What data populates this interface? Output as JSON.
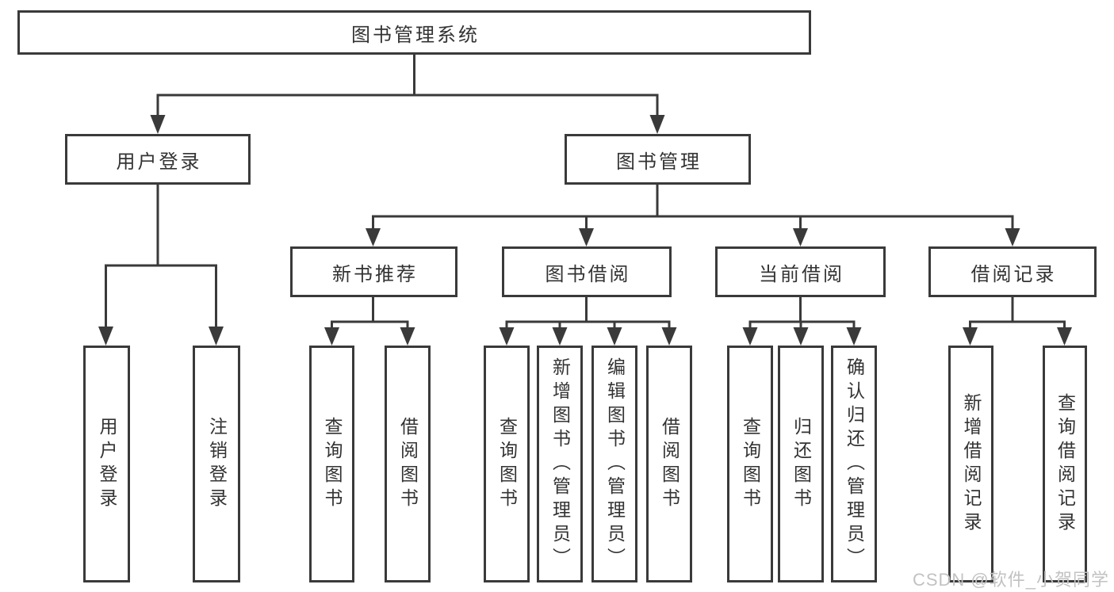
{
  "diagram": {
    "title": {
      "label": "图书管理系统"
    },
    "branches": [
      {
        "label": "用户登录",
        "children": [
          {
            "label": "用户登录"
          },
          {
            "label": "注销登录"
          }
        ]
      },
      {
        "label": "图书管理",
        "sections": [
          {
            "label": "新书推荐",
            "children": [
              {
                "label": "查询图书"
              },
              {
                "label": "借阅图书"
              }
            ]
          },
          {
            "label": "图书借阅",
            "children": [
              {
                "label": "查询图书"
              },
              {
                "label": "新增图书（管理员）"
              },
              {
                "label": "编辑图书（管理员）"
              },
              {
                "label": "借阅图书"
              }
            ]
          },
          {
            "label": "当前借阅",
            "children": [
              {
                "label": "查询图书"
              },
              {
                "label": "归还图书"
              },
              {
                "label": "确认归还（管理员）"
              }
            ]
          },
          {
            "label": "借阅记录",
            "children": [
              {
                "label": "新增借阅记录"
              },
              {
                "label": "查询借阅记录"
              }
            ]
          }
        ]
      }
    ],
    "watermark": {
      "text": "CSDN @软件_小贺同学"
    },
    "colors": {
      "line": "#3a3a3a",
      "text": "#333333",
      "background": "#ffffff",
      "watermark": "#c2c2c2"
    }
  }
}
